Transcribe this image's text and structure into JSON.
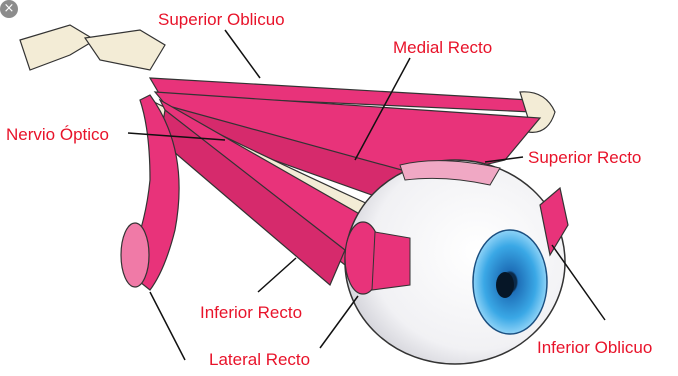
{
  "colors": {
    "label": "#e8132a",
    "muscle": "#e8337a",
    "muscle_dark": "#b81e55",
    "nerve": "#f3ecd6",
    "sclera": "#ffffff",
    "iris": "#3aa8e6",
    "outline": "#222222"
  },
  "close_icon": {
    "glyph": "×",
    "icon": "close-icon"
  },
  "labels": {
    "superior_oblique": "Superior Oblicuo",
    "medial_rectus": "Medial Recto",
    "optic_nerve": "Nervio Óptico",
    "superior_rectus": "Superior Recto",
    "inferior_rectus": "Inferior Recto",
    "lateral_rectus": "Lateral Recto",
    "inferior_oblique": "Inferior Oblicuo"
  }
}
